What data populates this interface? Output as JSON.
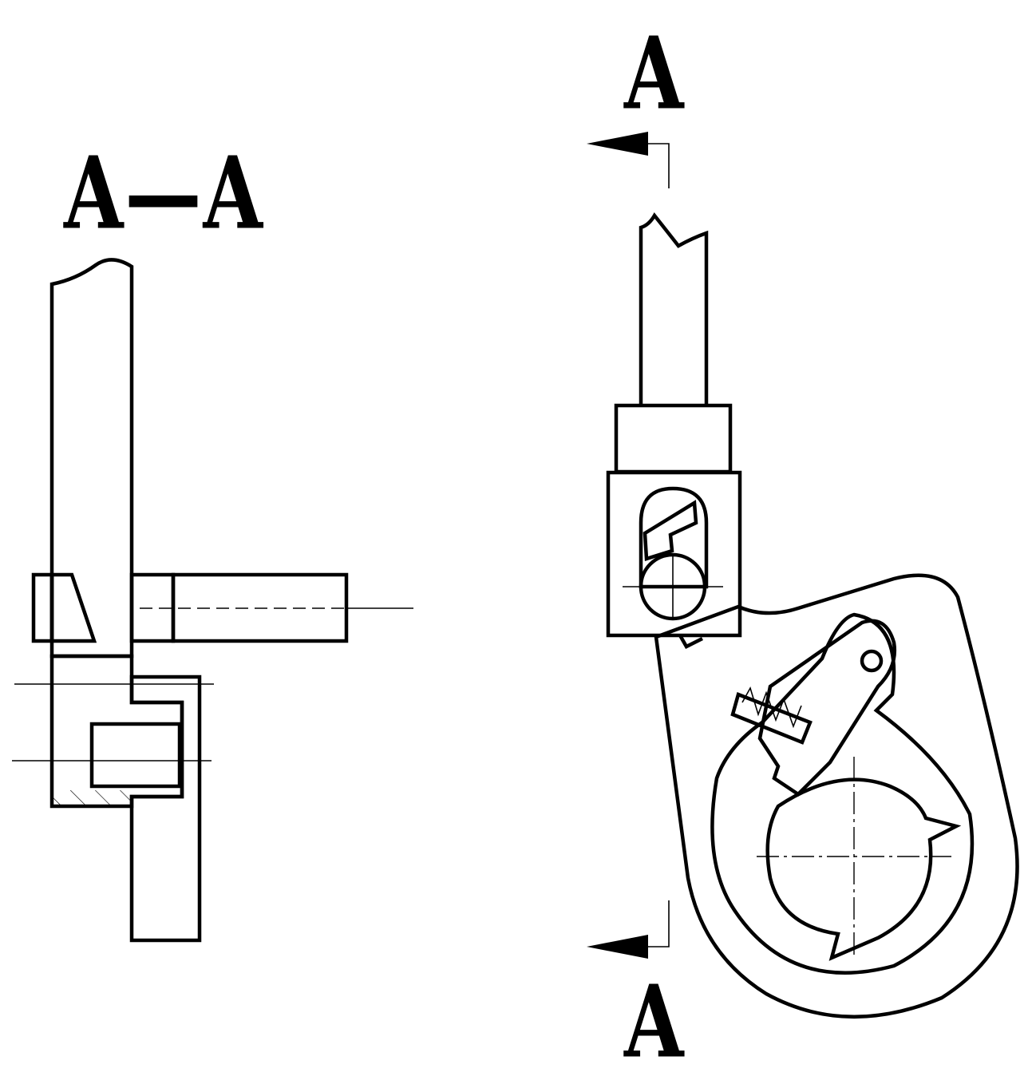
{
  "section_title": "A—A",
  "view_marks": {
    "top": "A",
    "bottom": "A"
  },
  "colors": {
    "line": "#000000",
    "background": "#ffffff"
  }
}
